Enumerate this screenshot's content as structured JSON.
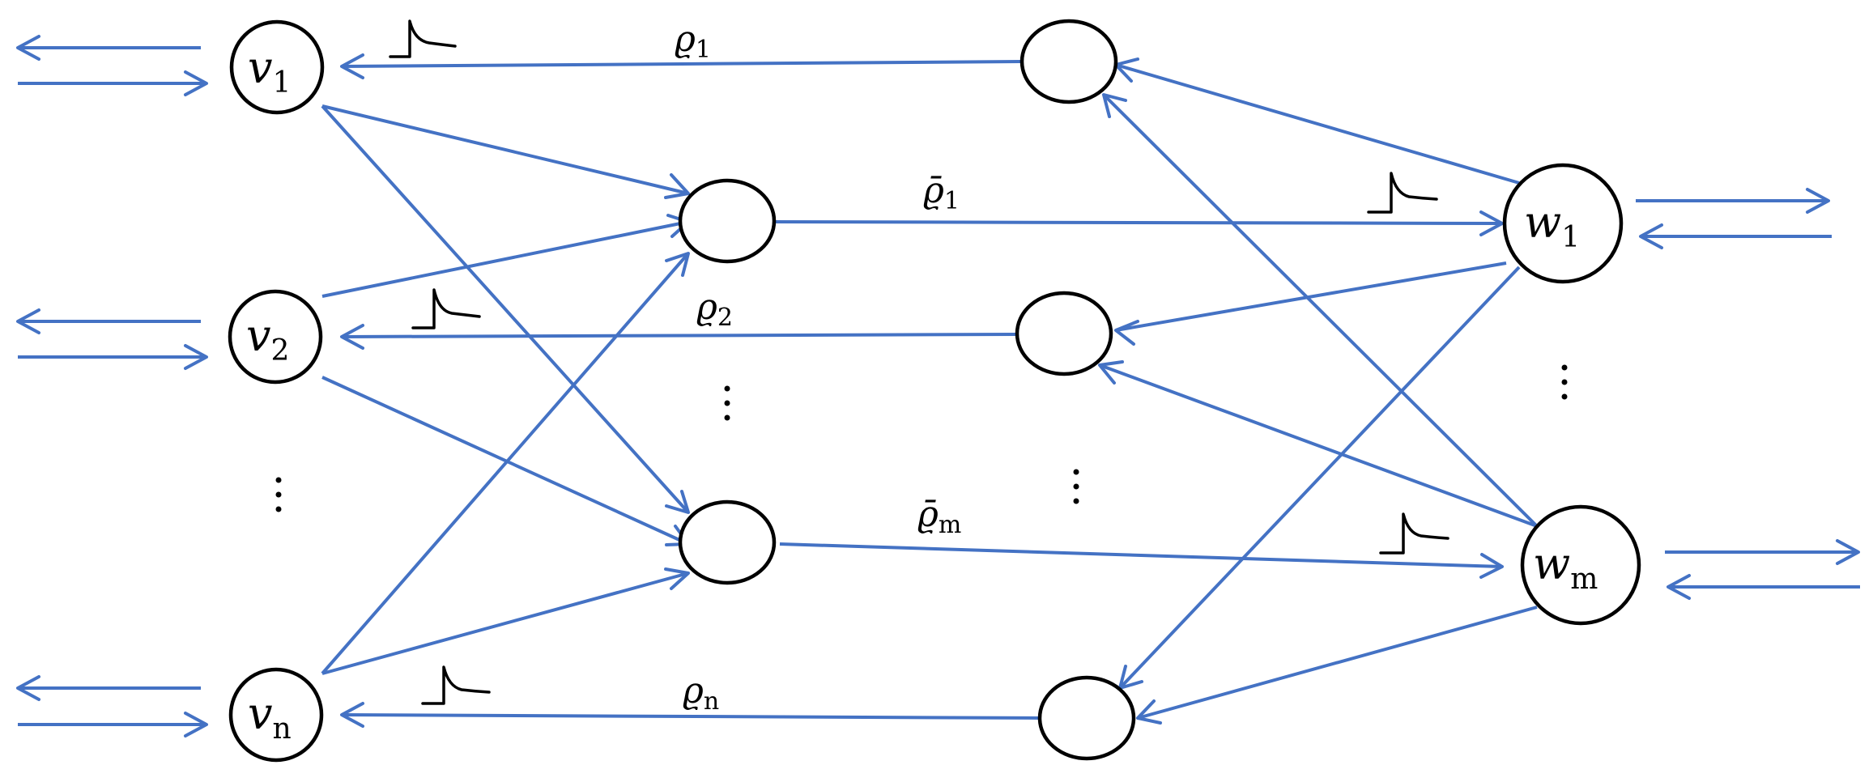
{
  "colors": {
    "edge": "#4472C4",
    "node_stroke": "#000000",
    "background": "#ffffff"
  },
  "left_nodes": [
    {
      "id": "v1",
      "base": "v",
      "sub": "1"
    },
    {
      "id": "v2",
      "base": "v",
      "sub": "2"
    },
    {
      "id": "vn",
      "base": "v",
      "sub": "n"
    }
  ],
  "right_nodes": [
    {
      "id": "w1",
      "base": "w",
      "sub": "1"
    },
    {
      "id": "wm",
      "base": "w",
      "sub": "m"
    }
  ],
  "edge_labels": [
    {
      "id": "rho1",
      "base": "ϱ",
      "sub": "1"
    },
    {
      "id": "rho1bar",
      "base": "ϱ̄",
      "sub": "1"
    },
    {
      "id": "rho2",
      "base": "ϱ",
      "sub": "2"
    },
    {
      "id": "rhombar",
      "base": "ϱ̄",
      "sub": "m"
    },
    {
      "id": "rhon",
      "base": "ϱ",
      "sub": "n"
    }
  ],
  "ellipsis": "⋮"
}
